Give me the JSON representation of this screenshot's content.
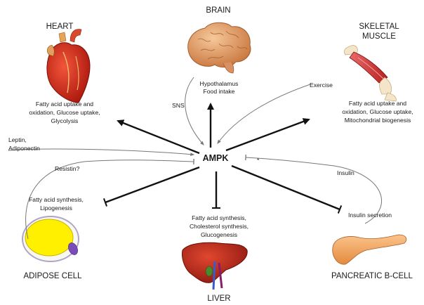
{
  "center": "AMPK",
  "organs": {
    "brain": "BRAIN",
    "heart": "HEART",
    "muscle": [
      "SKELETAL",
      "MUSCLE"
    ],
    "adipose": "ADIPOSE CELL",
    "liver": "LIVER",
    "pancreas": "PANCREATIC B-CELL"
  },
  "effects": {
    "brain": [
      "Hypothalamus",
      "Food intake"
    ],
    "heart": [
      "Fatty acid uptake and",
      "oxidation, Glucose uptake,",
      "Glycolysis"
    ],
    "muscle": [
      "Fatty acid uptake and",
      "oxidation, Glucose uptake,",
      "Mitochondrial biogenesis"
    ],
    "adipose": [
      "Fatty acid synthesis,",
      "Lipogenesis"
    ],
    "liver": [
      "Fatty acid synthesis,",
      "Cholesterol synthesis,",
      "Glucogenesis"
    ],
    "pancreas": "Insulin secretion"
  },
  "regulators": {
    "sns": "SNS",
    "exercise": "Exercise",
    "leptin": [
      "Leptin,",
      "Adiponectin"
    ],
    "resistin": "Resistin?",
    "insulin": "Insulin",
    "star": "*"
  }
}
